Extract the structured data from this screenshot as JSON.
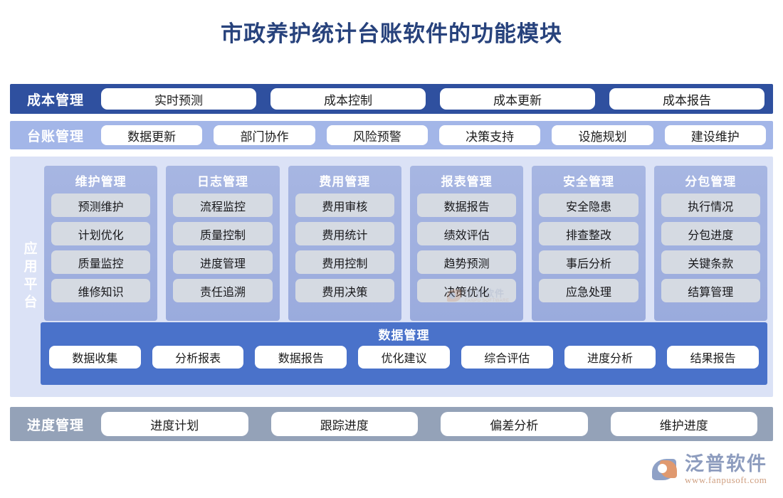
{
  "title": "市政养护统计台账软件的功能模块",
  "cost_band": {
    "label": "成本管理",
    "items": [
      "实时预测",
      "成本控制",
      "成本更新",
      "成本报告"
    ]
  },
  "ledger_band": {
    "label": "台账管理",
    "items": [
      "数据更新",
      "部门协作",
      "风险预警",
      "决策支持",
      "设施规划",
      "建设维护"
    ]
  },
  "platform": {
    "label": "应用平台",
    "columns": [
      {
        "title": "维护管理",
        "items": [
          "预测维护",
          "计划优化",
          "质量监控",
          "维修知识"
        ]
      },
      {
        "title": "日志管理",
        "items": [
          "流程监控",
          "质量控制",
          "进度管理",
          "责任追溯"
        ]
      },
      {
        "title": "费用管理",
        "items": [
          "费用审核",
          "费用统计",
          "费用控制",
          "费用决策"
        ]
      },
      {
        "title": "报表管理",
        "items": [
          "数据报告",
          "绩效评估",
          "趋势预测",
          "决策优化"
        ]
      },
      {
        "title": "安全管理",
        "items": [
          "安全隐患",
          "排查整改",
          "事后分析",
          "应急处理"
        ]
      },
      {
        "title": "分包管理",
        "items": [
          "执行情况",
          "分包进度",
          "关键条款",
          "结算管理"
        ]
      }
    ],
    "data_management": {
      "title": "数据管理",
      "items": [
        "数据收集",
        "分析报表",
        "数据报告",
        "优化建议",
        "综合评估",
        "进度分析",
        "结果报告"
      ]
    }
  },
  "schedule_band": {
    "label": "进度管理",
    "items": [
      "进度计划",
      "跟踪进度",
      "偏差分析",
      "维护进度"
    ]
  },
  "logo": {
    "name": "泛普软件",
    "url": "www.fanpusoft.com",
    "watermark_cn": "泛普软件",
    "watermark_en": "FANPU SOFTWARE"
  },
  "colors": {
    "title": "#27427c",
    "cost_band": "#2f509f",
    "ledger_band": "#a3b6e8",
    "platform_bg": "#dbe2f6",
    "column_bg": "#a7b6e2",
    "cell_bg": "#d5dae2",
    "data_management_bg": "#4a72ca",
    "schedule_band": "#94a2b8",
    "logo_cn": "#8d9cbe",
    "logo_url": "#cf9f80"
  }
}
